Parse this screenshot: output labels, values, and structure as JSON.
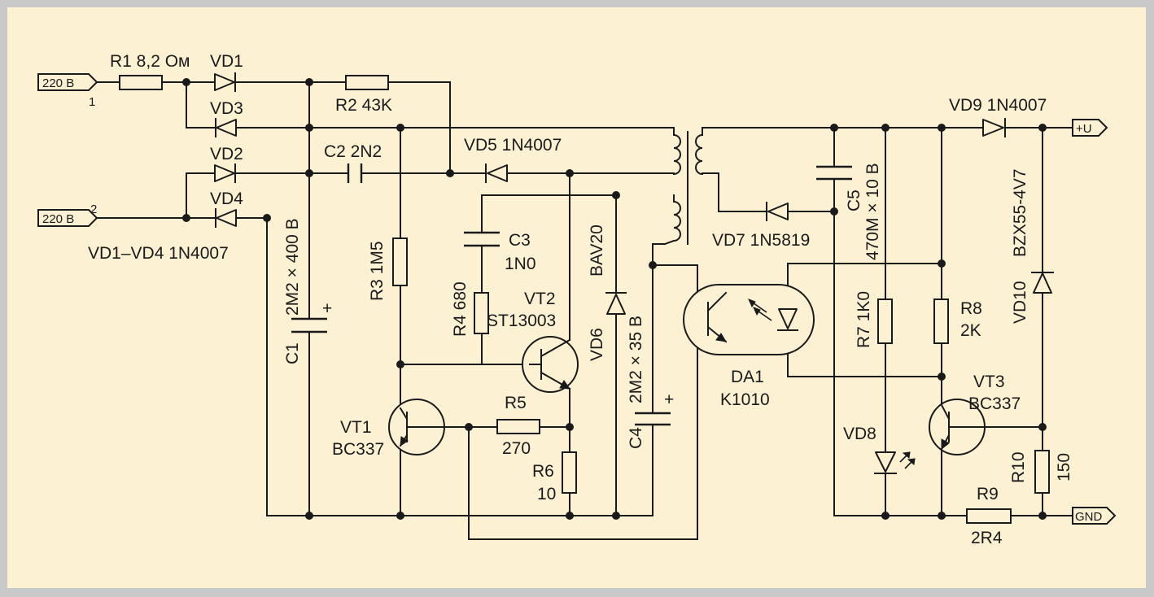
{
  "colors": {
    "frame": "#c9c9c9",
    "paper": "#fdf1d4",
    "ink": "#1a1a1a"
  },
  "terminals": {
    "in1": "220 В",
    "in1_pin": "1",
    "in2": "220 В",
    "in2_pin": "2",
    "out_pos": "+U",
    "out_gnd": "GND"
  },
  "labels": {
    "r1": "R1 8,2 Ом",
    "vd1": "VD1",
    "vd3": "VD3",
    "vd2": "VD2",
    "vd4": "VD4",
    "vd1_vd4": "VD1–VD4  1N4007",
    "r2": "R2  43K",
    "c2": "C2  2N2",
    "vd5": "VD5  1N4007",
    "c1_name": "C1",
    "c1_val": "2M2 × 400 В",
    "r3": "R3  1M5",
    "c3_name": "C3",
    "c3_val": "1N0",
    "r4": "R4  680",
    "vt2_name": "VT2",
    "vt2_type": "ST13003",
    "vd6_type": "BAV20",
    "vd6_name": "VD6",
    "c4_name": "C4",
    "c4_val": "2M2 × 35 В",
    "vt1_name": "VT1",
    "vt1_type": "BC337",
    "r5_name": "R5",
    "r5_val": "270",
    "r6_name": "R6",
    "r6_val": "10",
    "vd7": "VD7  1N5819",
    "c5_name": "C5",
    "c5_val": "470M × 10 В",
    "da1_name": "DA1",
    "da1_type": "K1010",
    "r7": "R7  1K0",
    "vd8": "VD8",
    "r8_name": "R8",
    "r8_val": "2K",
    "vd9": "VD9   1N4007",
    "vd10_name": "VD10",
    "vd10_type": "BZX55-4V7",
    "vt3_name": "VT3",
    "vt3_type": "BC337",
    "r9_name": "R9",
    "r9_val": "2R4",
    "r10_name": "R10",
    "r10_val": "150",
    "polarity_plus": "+"
  }
}
